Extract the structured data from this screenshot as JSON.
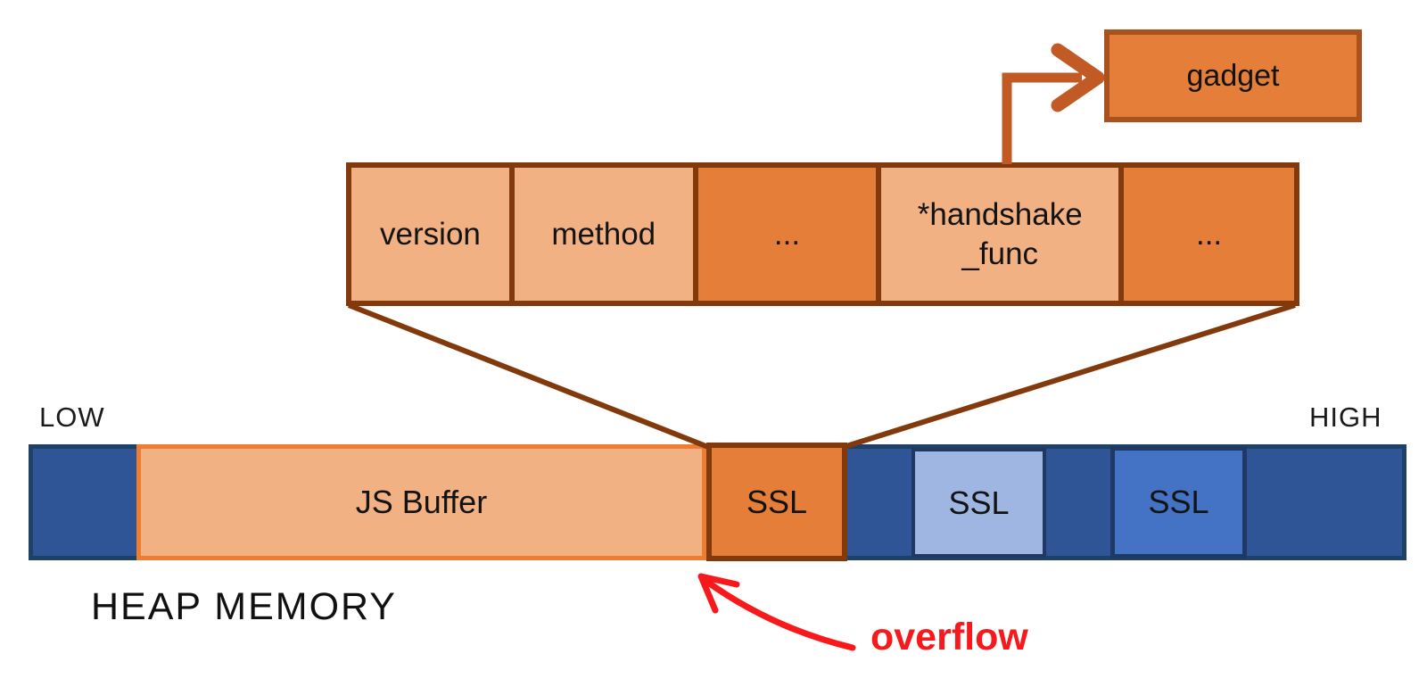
{
  "colors": {
    "orange": "#E57E38",
    "orange_light": "#F2B183",
    "orange_accent_border": "#ED7D31",
    "brown_border": "#823A0D",
    "gadget_border": "#A9521E",
    "pointer_arrow_brown": "#C15A24",
    "navy_bar": "#2F5597",
    "navy_bar_border": "#1E4166",
    "blue_light": "#9FB5E2",
    "blue_medium": "#4472C4",
    "blue_dark_border": "#1F3864",
    "annotation_red": "#F8191C"
  },
  "gadget": {
    "label": "gadget"
  },
  "struct_row": {
    "cells": [
      {
        "label": "version"
      },
      {
        "label": "method"
      },
      {
        "label": "..."
      },
      {
        "label": "*handshake\n_func"
      },
      {
        "label": "..."
      }
    ]
  },
  "heap": {
    "low_label": "LOW",
    "high_label": "HIGH",
    "title": "HEAP MEMORY",
    "segments": {
      "js_buffer": "JS Buffer",
      "ssl_overflowed": "SSL",
      "ssl_light": "SSL",
      "ssl_medium": "SSL"
    }
  },
  "annotation": {
    "overflow_label": "overflow"
  }
}
